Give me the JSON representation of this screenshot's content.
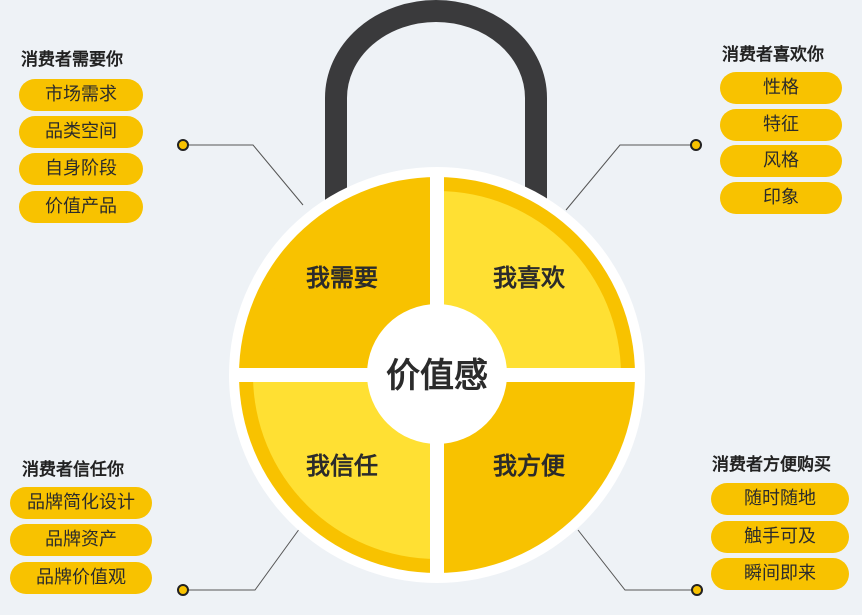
{
  "center": {
    "label": "价值感"
  },
  "quadrants": {
    "top_left": "我需要",
    "top_right": "我喜欢",
    "bottom_left": "我信任",
    "bottom_right": "我方便"
  },
  "groups": {
    "top_left": {
      "title": "消费者需要你",
      "items": [
        "市场需求",
        "品类空间",
        "自身阶段",
        "价值产品"
      ]
    },
    "top_right": {
      "title": "消费者喜欢你",
      "items": [
        "性格",
        "特征",
        "风格",
        "印象"
      ]
    },
    "bottom_left": {
      "title": "消费者信任你",
      "items": [
        "品牌简化设计",
        "品牌资产",
        "品牌价值观"
      ]
    },
    "bottom_right": {
      "title": "消费者方便购买",
      "items": [
        "随时随地",
        "触手可及",
        "瞬间即来"
      ]
    }
  },
  "colors": {
    "pill": "#f8c200",
    "shackle": "#3a3a3c",
    "quad_dark": "#f8c200",
    "quad_light": "#ffe033",
    "ring": "#ffffff",
    "background": "#eef2f6"
  }
}
